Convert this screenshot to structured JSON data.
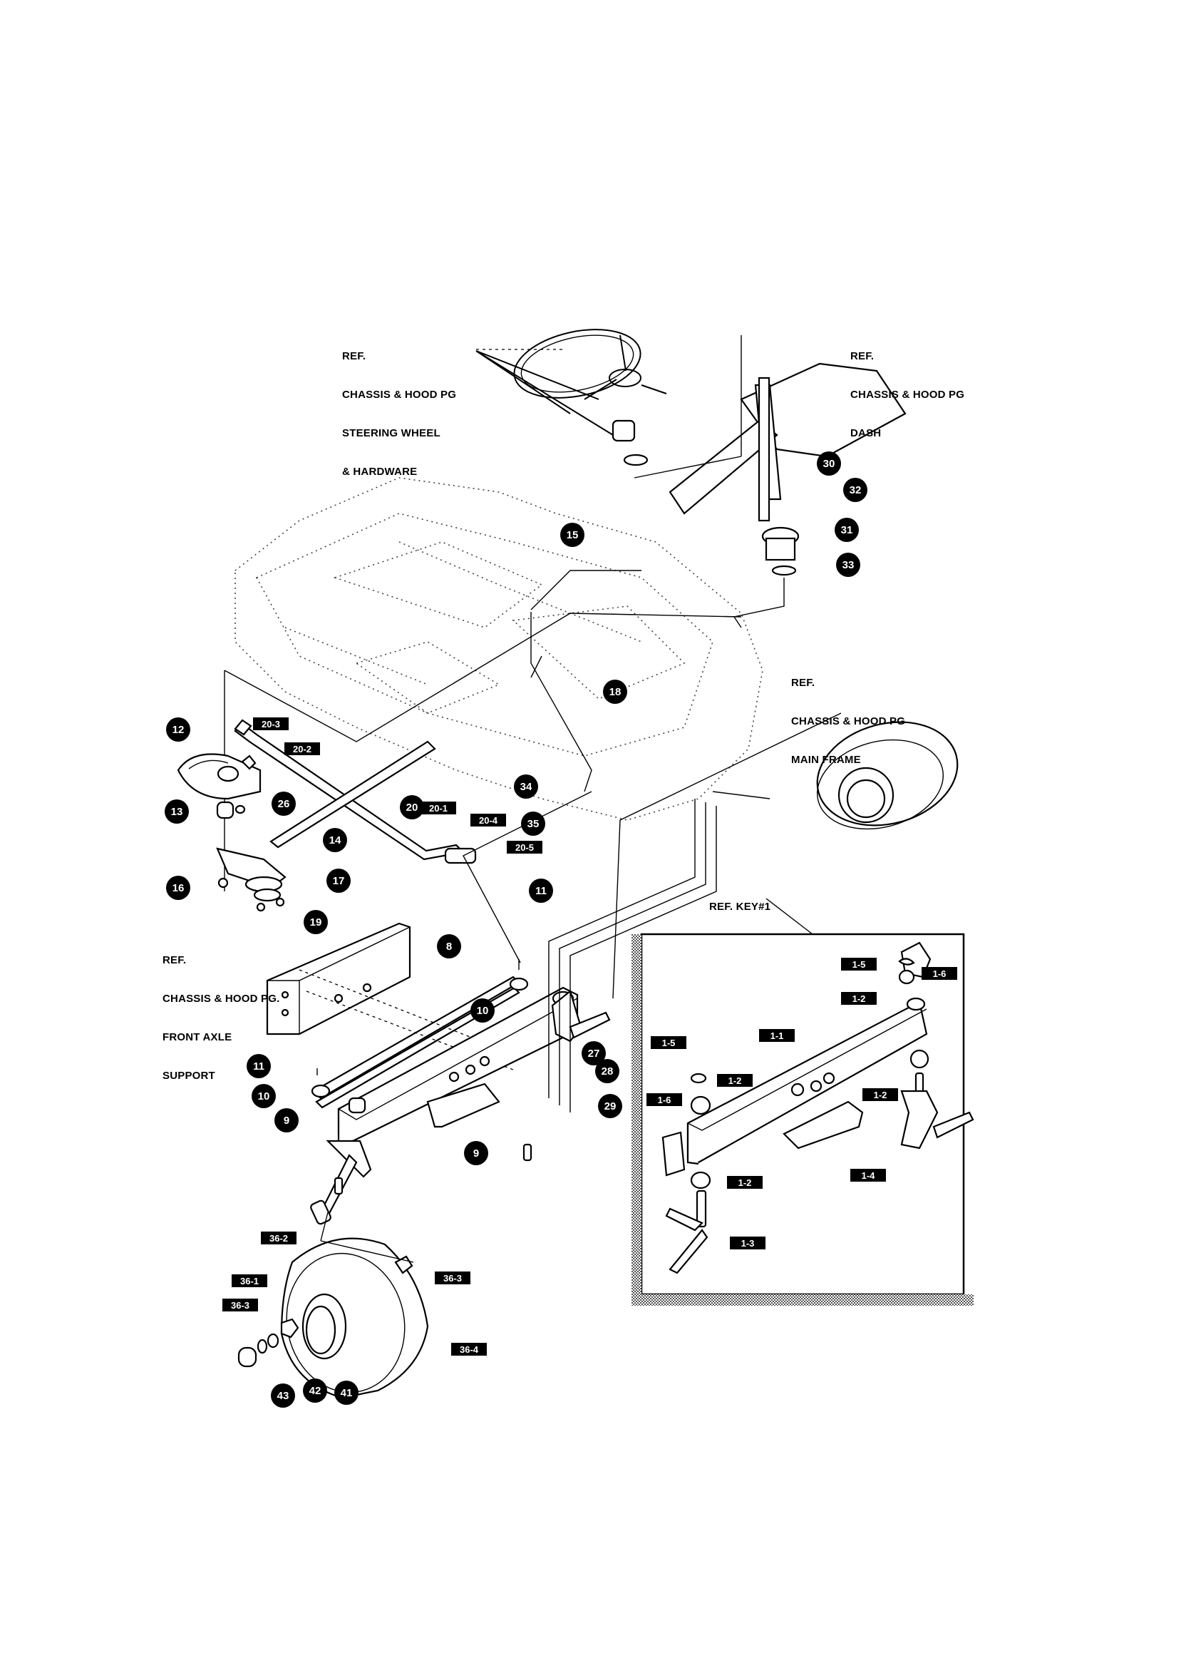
{
  "diagram": {
    "type": "exploded-parts-diagram",
    "subject": "Front axle and steering assembly"
  },
  "references": {
    "steering_wheel": [
      "REF.",
      "CHASSIS & HOOD PG",
      "STEERING WHEEL",
      "& HARDWARE"
    ],
    "dash": [
      "REF.",
      "CHASSIS & HOOD PG",
      "DASH"
    ],
    "main_frame": [
      "REF.",
      "CHASSIS & HOOD PG",
      "MAIN FRAME"
    ],
    "front_axle_support": [
      "REF.",
      "CHASSIS & HOOD PG.",
      "FRONT AXLE",
      "SUPPORT"
    ],
    "key1": "REF. KEY#1"
  },
  "callouts": {
    "c30": "30",
    "c32": "32",
    "c31": "31",
    "c33": "33",
    "c15": "15",
    "c18": "18",
    "c12": "12",
    "c13": "13",
    "c26": "26",
    "c20": "20",
    "c14": "14",
    "c17": "17",
    "c16": "16",
    "c19": "19",
    "c34": "34",
    "c35": "35",
    "c11a": "11",
    "c8": "8",
    "c10a": "10",
    "c11b": "11",
    "c10b": "10",
    "c9a": "9",
    "c9b": "9",
    "c27": "27",
    "c28": "28",
    "c29": "29",
    "c43": "43",
    "c42": "42",
    "c41": "41"
  },
  "tags": {
    "t20_3": "20-3",
    "t20_2": "20-2",
    "t20_1": "20-1",
    "t20_4": "20-4",
    "t20_5": "20-5",
    "t1_5a": "1-5",
    "t1_6a": "1-6",
    "t1_2a": "1-2",
    "t1_1": "1-1",
    "t1_5b": "1-5",
    "t1_2b": "1-2",
    "t1_6b": "1-6",
    "t1_2c": "1-2",
    "t1_2d": "1-2",
    "t1_4": "1-4",
    "t1_3": "1-3",
    "t36_2": "36-2",
    "t36_1": "36-1",
    "t36_3a": "36-3",
    "t36_3b": "36-3",
    "t36_4": "36-4"
  }
}
